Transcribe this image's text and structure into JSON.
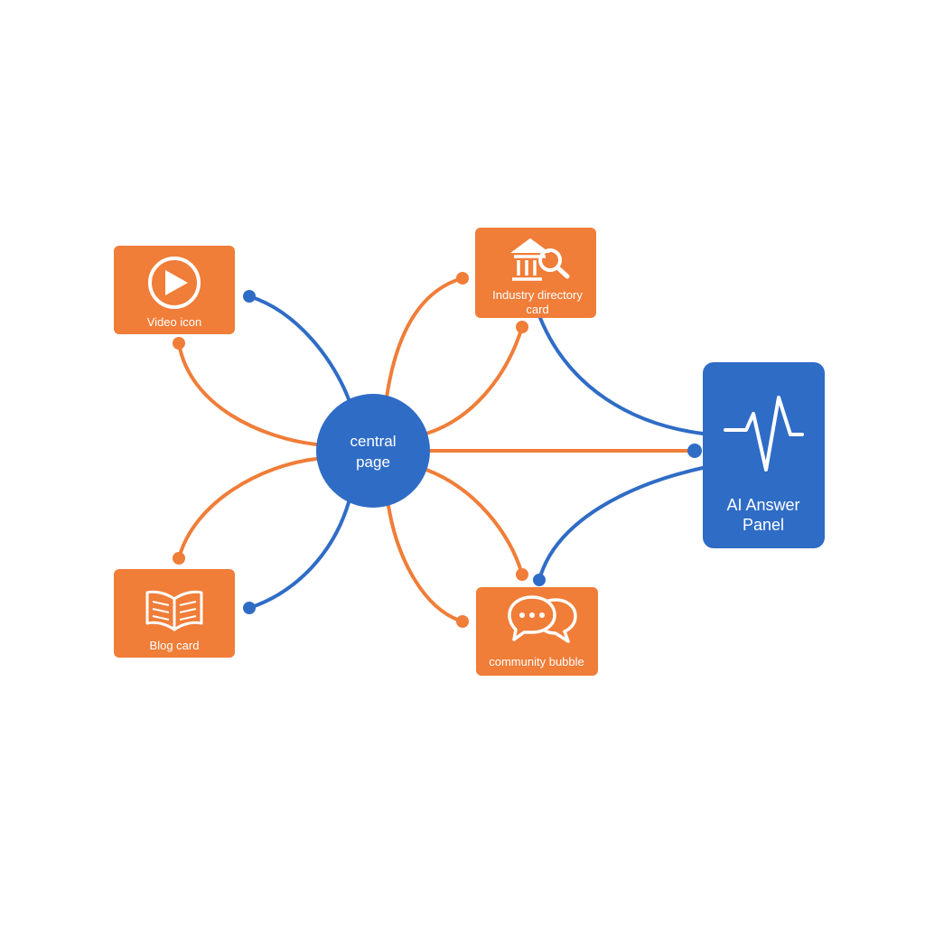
{
  "colors": {
    "orange": "#F07D38",
    "blue": "#2F6CC6",
    "background": "#FFFFFF",
    "label": "#FFFFFF"
  },
  "nodes": {
    "video": {
      "label": "Video icon",
      "icon": "play-icon"
    },
    "industry": {
      "label_line1": "Industry directory",
      "label_line2": "card",
      "icon": "building-search-icon"
    },
    "central": {
      "label_line1": "central",
      "label_line2": "page"
    },
    "ai": {
      "label_line1": "AI Answer",
      "label_line2": "Panel",
      "icon": "pulse-icon"
    },
    "blog": {
      "label": "Blog card",
      "icon": "book-icon"
    },
    "community": {
      "label": "community bubble",
      "icon": "chat-bubbles-icon"
    }
  }
}
